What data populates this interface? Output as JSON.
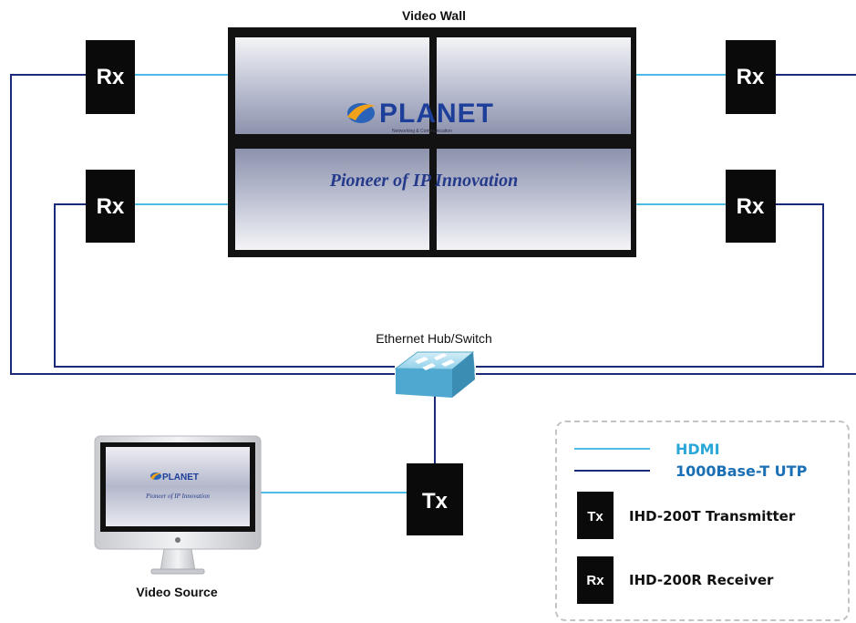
{
  "title": "Video Wall",
  "switch_label": "Ethernet Hub/Switch",
  "source_label": "Video Source",
  "receiver_tag": "Rx",
  "transmitter_tag": "Tx",
  "brand": {
    "logo": "PLANET",
    "tagline": "Networking & Communication",
    "slogan": "Pioneer of IP Innovation"
  },
  "legend": {
    "hdmi": "HDMI",
    "utp": "1000Base-T UTP",
    "tx": "IHD-200T Transmitter",
    "rx": "IHD-200R Receiver",
    "tx_tag": "Tx",
    "rx_tag": "Rx"
  },
  "colors": {
    "hdmi": "#4dbde6",
    "utp": "#1b2a78",
    "box": "#0a0a0a",
    "legend_text_hdmi": "#2aa6d8",
    "legend_text_utp": "#1a6fb5"
  }
}
